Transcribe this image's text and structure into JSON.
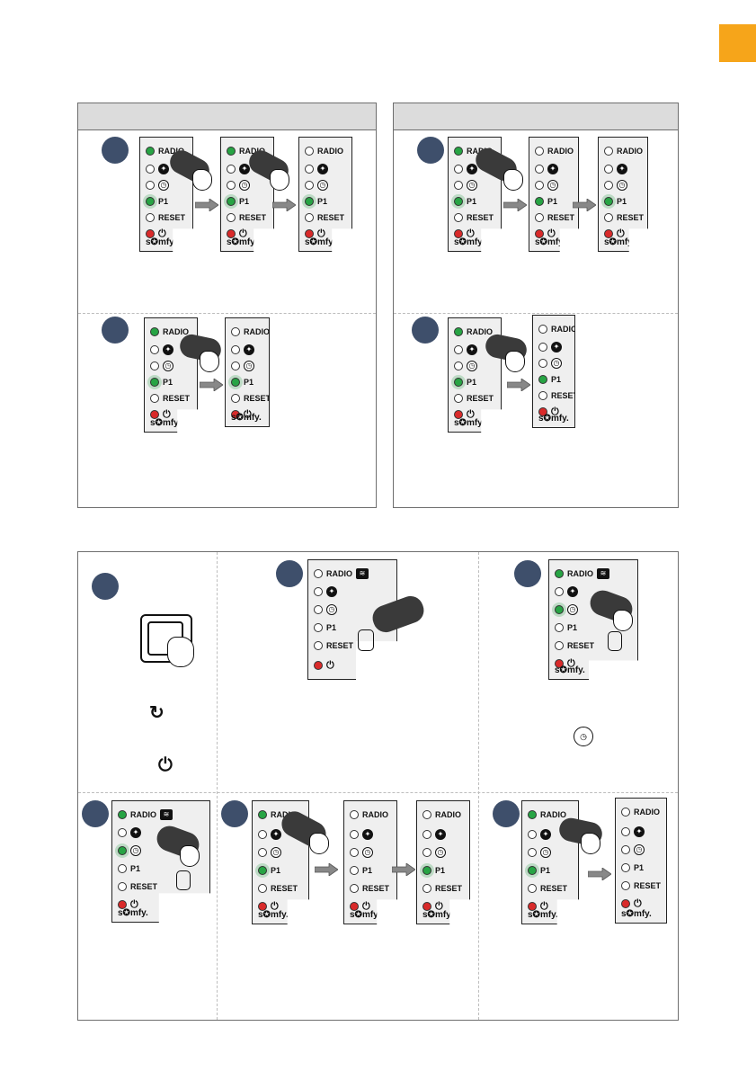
{
  "leds": {
    "radio": "RADIO",
    "p1": "P1",
    "reset": "RESET"
  },
  "brand": "s✪mfy.",
  "icons": [
    "pedestrian-icon",
    "timer-30s-icon",
    "power-icon",
    "reset-button-icon",
    "remote-control-icon",
    "hand-icon",
    "arrow-right-icon"
  ],
  "colors": {
    "tab": "#f6a51a",
    "led_green": "#27a444",
    "led_red": "#d92a2a",
    "step_badge": "#3e4f6b",
    "header": "#dcdcdc"
  }
}
